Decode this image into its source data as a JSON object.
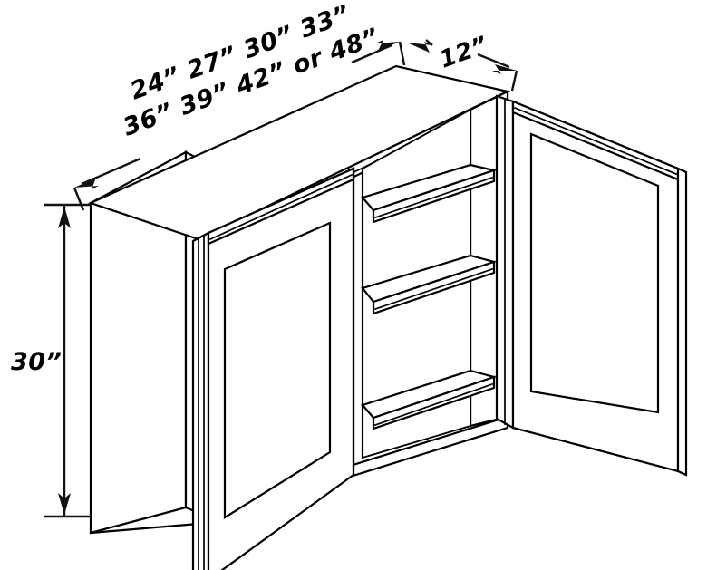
{
  "drawing": {
    "title": "Wall Cabinet Isometric Dimension Drawing",
    "subject": "two-door wall cabinet with two adjustable shelves",
    "line_color": "#000000",
    "background_color": "#ffffff",
    "text_color": "#000000"
  },
  "dimensions": {
    "width": {
      "name": "cabinet-width",
      "line1": "24” 27” 30” 33”",
      "line2": "36” 39” 42” or 48”",
      "options": [
        "24”",
        "27”",
        "30”",
        "33”",
        "36”",
        "39”",
        "42”",
        "48”"
      ],
      "unit": "inches",
      "orientation": "along top front edge",
      "rotation_deg": -20
    },
    "depth": {
      "name": "cabinet-depth",
      "label": "12”",
      "value": 12,
      "unit": "inches",
      "orientation": "along top right edge",
      "rotation_deg": -20
    },
    "height": {
      "name": "cabinet-height",
      "label": "30”",
      "value": 30,
      "unit": "inches",
      "orientation": "vertical at left side",
      "rotation_deg": 0
    }
  },
  "components": {
    "left_door": "left-door-closed",
    "right_door": "right-door-open",
    "shelves": [
      "upper-shelf",
      "lower-shelf"
    ],
    "carcass": "cabinet-box",
    "left_side_panel": "left-side-panel",
    "top_panel": "top-panel",
    "bottom_panel": "bottom-panel"
  }
}
